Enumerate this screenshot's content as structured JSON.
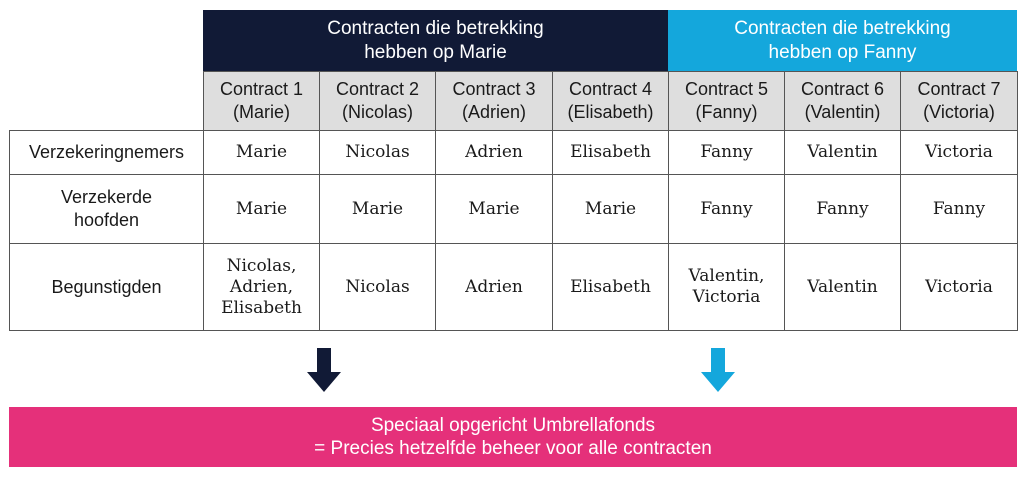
{
  "groups": {
    "marie": "Contracten die betrekking\nhebben op Marie",
    "fanny": "Contracten die betrekking\nhebben op Fanny"
  },
  "colors": {
    "marie_group": "#111a36",
    "fanny_group": "#14a7dc",
    "banner": "#e5307a",
    "header_cell": "#dedede"
  },
  "columns": [
    "Contract 1\n(Marie)",
    "Contract 2\n(Nicolas)",
    "Contract 3\n(Adrien)",
    "Contract 4\n(Elisabeth)",
    "Contract 5\n(Fanny)",
    "Contract 6\n(Valentin)",
    "Contract 7\n(Victoria)"
  ],
  "rows": [
    {
      "label": "Verzekeringnemers",
      "cells": [
        "Marie",
        "Nicolas",
        "Adrien",
        "Elisabeth",
        "Fanny",
        "Valentin",
        "Victoria"
      ]
    },
    {
      "label": "Verzekerde\nhoofden",
      "cells": [
        "Marie",
        "Marie",
        "Marie",
        "Marie",
        "Fanny",
        "Fanny",
        "Fanny"
      ]
    },
    {
      "label": "Begunstigden",
      "cells": [
        "Nicolas,\nAdrien,\nElisabeth",
        "Nicolas",
        "Adrien",
        "Elisabeth",
        "Valentin,\nVictoria",
        "Valentin",
        "Victoria"
      ]
    }
  ],
  "arrows": {
    "left_icon": "arrow-down-icon",
    "right_icon": "arrow-down-icon"
  },
  "banner": {
    "line1": "Speciaal opgericht Umbrellafonds",
    "line2": "= Precies hetzelfde beheer voor alle contracten"
  }
}
